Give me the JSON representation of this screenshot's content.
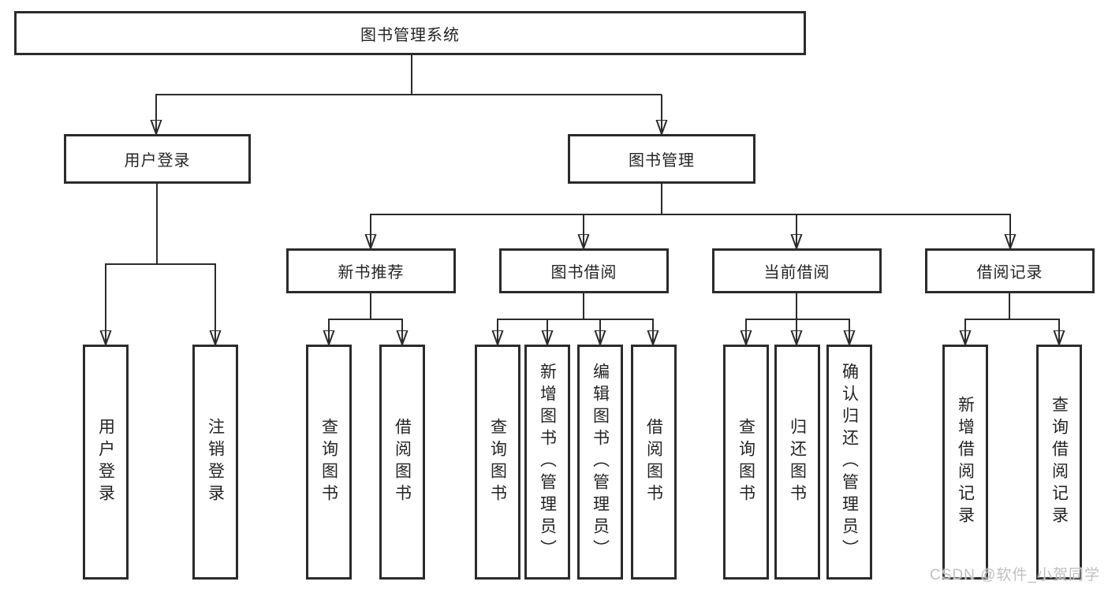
{
  "colors": {
    "line": "#2b2b2b",
    "box_border": "#2b2b2b",
    "box_background": "#ffffff",
    "text": "#242424",
    "watermark": "#c0c0c0"
  },
  "root": {
    "label": "图书管理系统"
  },
  "branches": [
    {
      "label": "用户登录",
      "children": [
        {
          "label": "用户登录"
        },
        {
          "label": "注销登录"
        }
      ]
    },
    {
      "label": "图书管理",
      "children": [
        {
          "label": "新书推荐",
          "children": [
            {
              "label": "查询图书"
            },
            {
              "label": "借阅图书"
            }
          ]
        },
        {
          "label": "图书借阅",
          "children": [
            {
              "label": "查询图书"
            },
            {
              "label": "新增图书（管理员）"
            },
            {
              "label": "编辑图书（管理员）"
            },
            {
              "label": "借阅图书"
            }
          ]
        },
        {
          "label": "当前借阅",
          "children": [
            {
              "label": "查询图书"
            },
            {
              "label": "归还图书"
            },
            {
              "label": "确认归还（管理员）"
            }
          ]
        },
        {
          "label": "借阅记录",
          "children": [
            {
              "label": "新增借阅记录"
            },
            {
              "label": "查询借阅记录"
            }
          ]
        }
      ]
    }
  ],
  "watermark": {
    "text": "CSDN @软件_小贺同学"
  }
}
